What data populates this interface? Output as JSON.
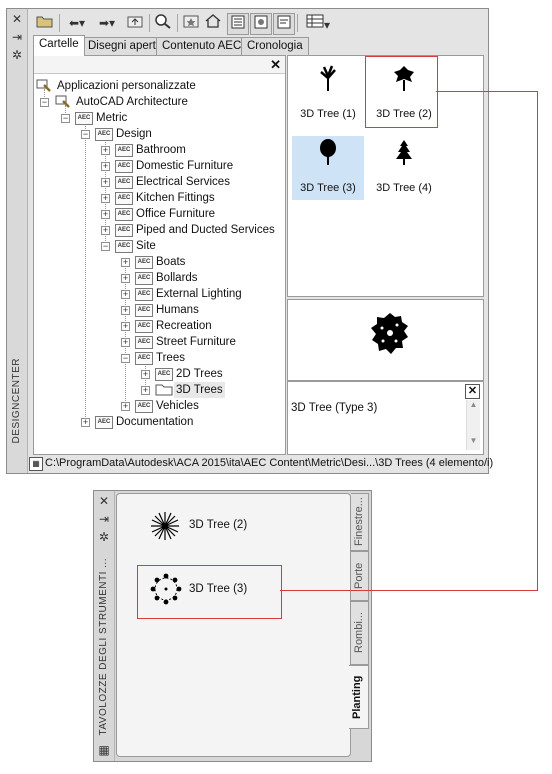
{
  "design_center": {
    "title": "DESIGNCENTER",
    "tabs": [
      "Cartelle",
      "Disegni aperti",
      "Contenuto AEC",
      "Cronologia"
    ],
    "active_tab": "Cartelle",
    "tree": {
      "root": "Applicazioni personalizzate",
      "aca": "AutoCAD Architecture",
      "metric": "Metric",
      "design": "Design",
      "design_children": [
        "Bathroom",
        "Domestic Furniture",
        "Electrical Services",
        "Kitchen Fittings",
        "Office Furniture",
        "Piped and Ducted Services"
      ],
      "site": "Site",
      "site_children": [
        "Boats",
        "Bollards",
        "External Lighting",
        "Humans",
        "Recreation",
        "Street Furniture"
      ],
      "trees": "Trees",
      "trees_children": [
        "2D Trees",
        "3D Trees"
      ],
      "vehicles": "Vehicles",
      "documentation": "Documentation",
      "folder_icon_text": "AEC"
    },
    "preview_items": [
      "3D Tree (1)",
      "3D Tree (2)",
      "3D Tree (3)",
      "3D Tree (4)"
    ],
    "selected_item": "3D Tree (3)",
    "description": "3D Tree (Type 3)",
    "status_path": "C:\\ProgramData\\Autodesk\\ACA 2015\\ita\\AEC Content\\Metric\\Desi...\\3D Trees (4 elemento/i)"
  },
  "tool_palette": {
    "title": "TAVOLOZZE DEGLI STRUMENTI ...",
    "tools": [
      "3D Tree (2)",
      "3D Tree (3)"
    ],
    "tabs": [
      "Finestre...",
      "Porte",
      "Rombi...",
      "Planting"
    ],
    "active_tab": "Planting"
  },
  "colors": {
    "highlight": "#d93a3a",
    "selection": "#cfe3f7",
    "window_bg": "#e4e4e4"
  }
}
